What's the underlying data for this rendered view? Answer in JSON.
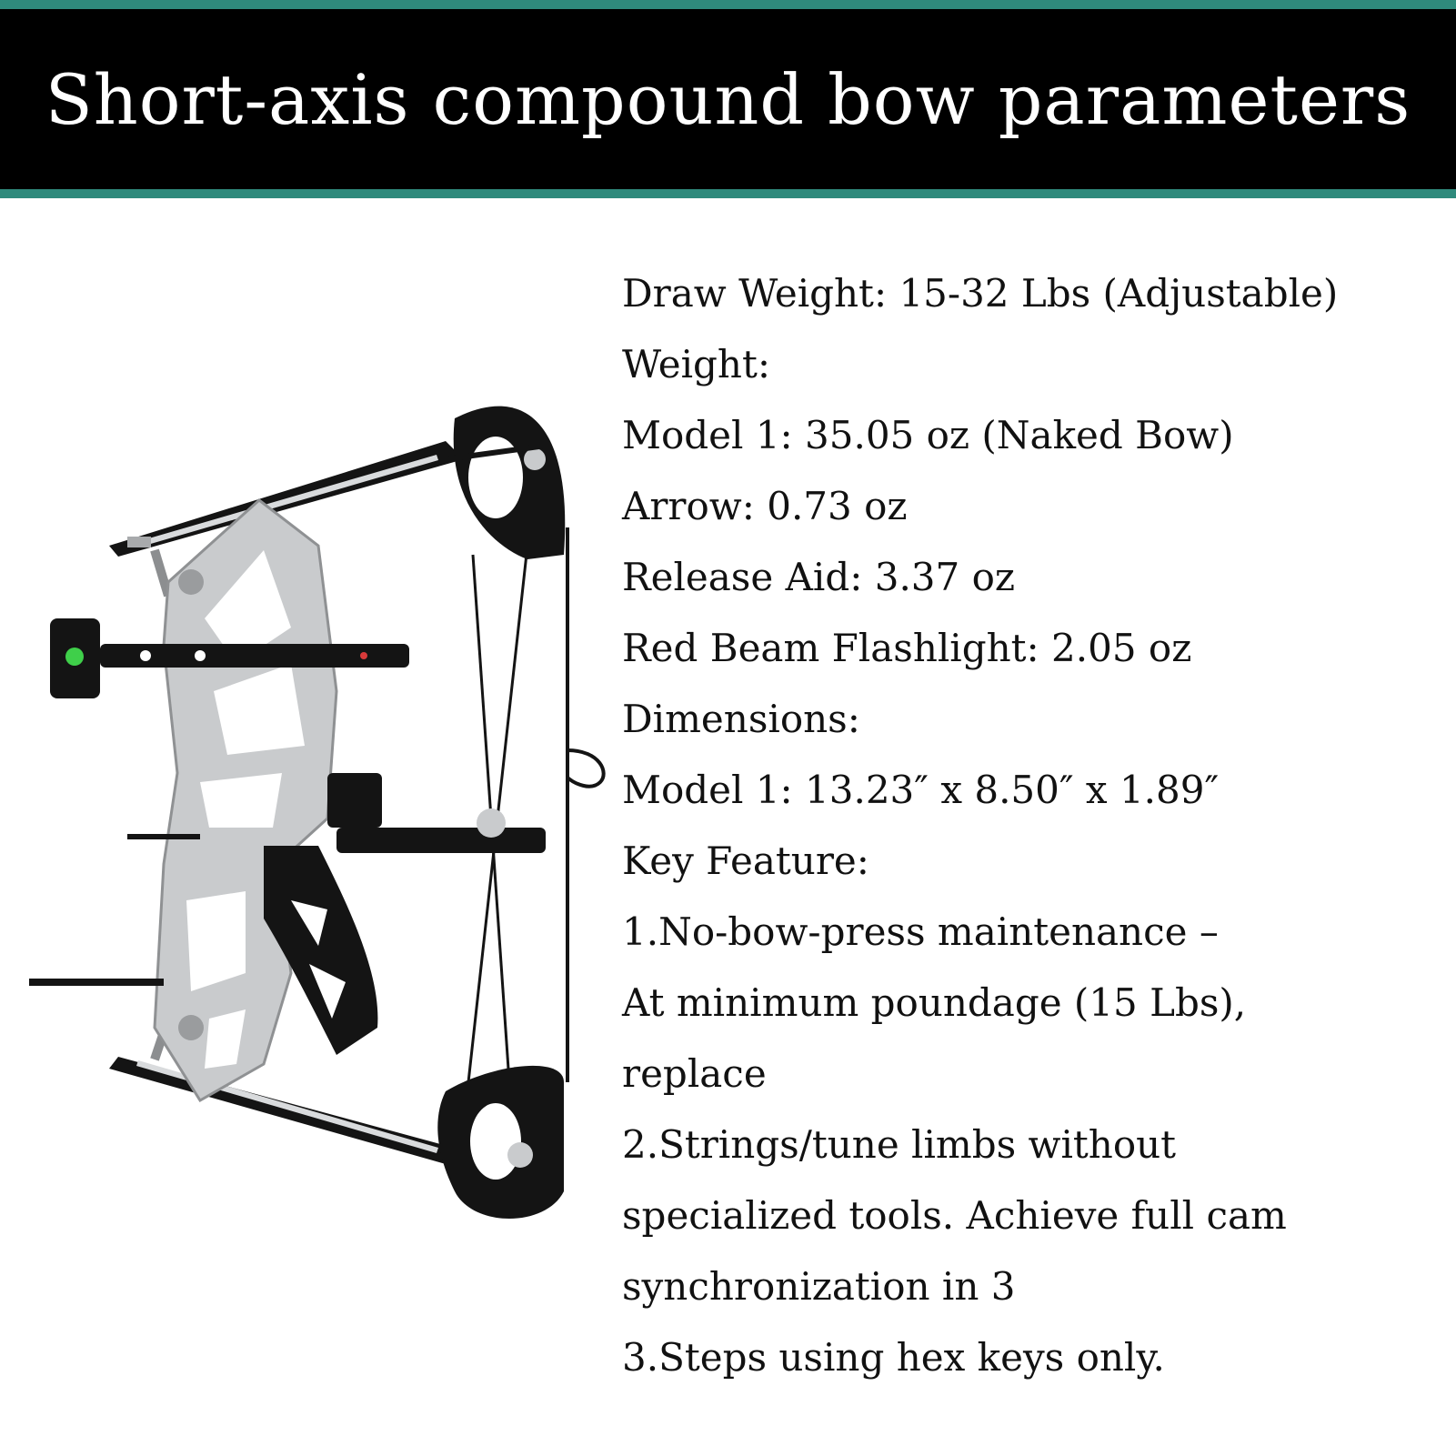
{
  "header": {
    "title": "Short-axis compound bow parameters"
  },
  "colors": {
    "accent_stripe": "#2f8a7c",
    "header_background": "#000000",
    "riser_silver": "#c9cbcd",
    "bow_black": "#141414"
  },
  "product_image": {
    "icon": "compound-bow-illustration"
  },
  "specs": [
    "Draw Weight: 15-32 Lbs (Adjustable)",
    "Weight:",
    "Model 1: 35.05 oz (Naked Bow)",
    "Arrow: 0.73 oz",
    "Release Aid: 3.37 oz",
    "Red Beam Flashlight: 2.05 oz",
    "Dimensions:",
    "Model 1: 13.23″ x 8.50″ x 1.89″",
    "Key Feature:",
    "1.No-bow-press maintenance –",
    "At minimum poundage (15 Lbs),",
    "replace",
    "2.Strings/tune limbs without",
    "specialized tools. Achieve full cam",
    "synchronization in 3",
    "3.Steps using hex keys only."
  ]
}
